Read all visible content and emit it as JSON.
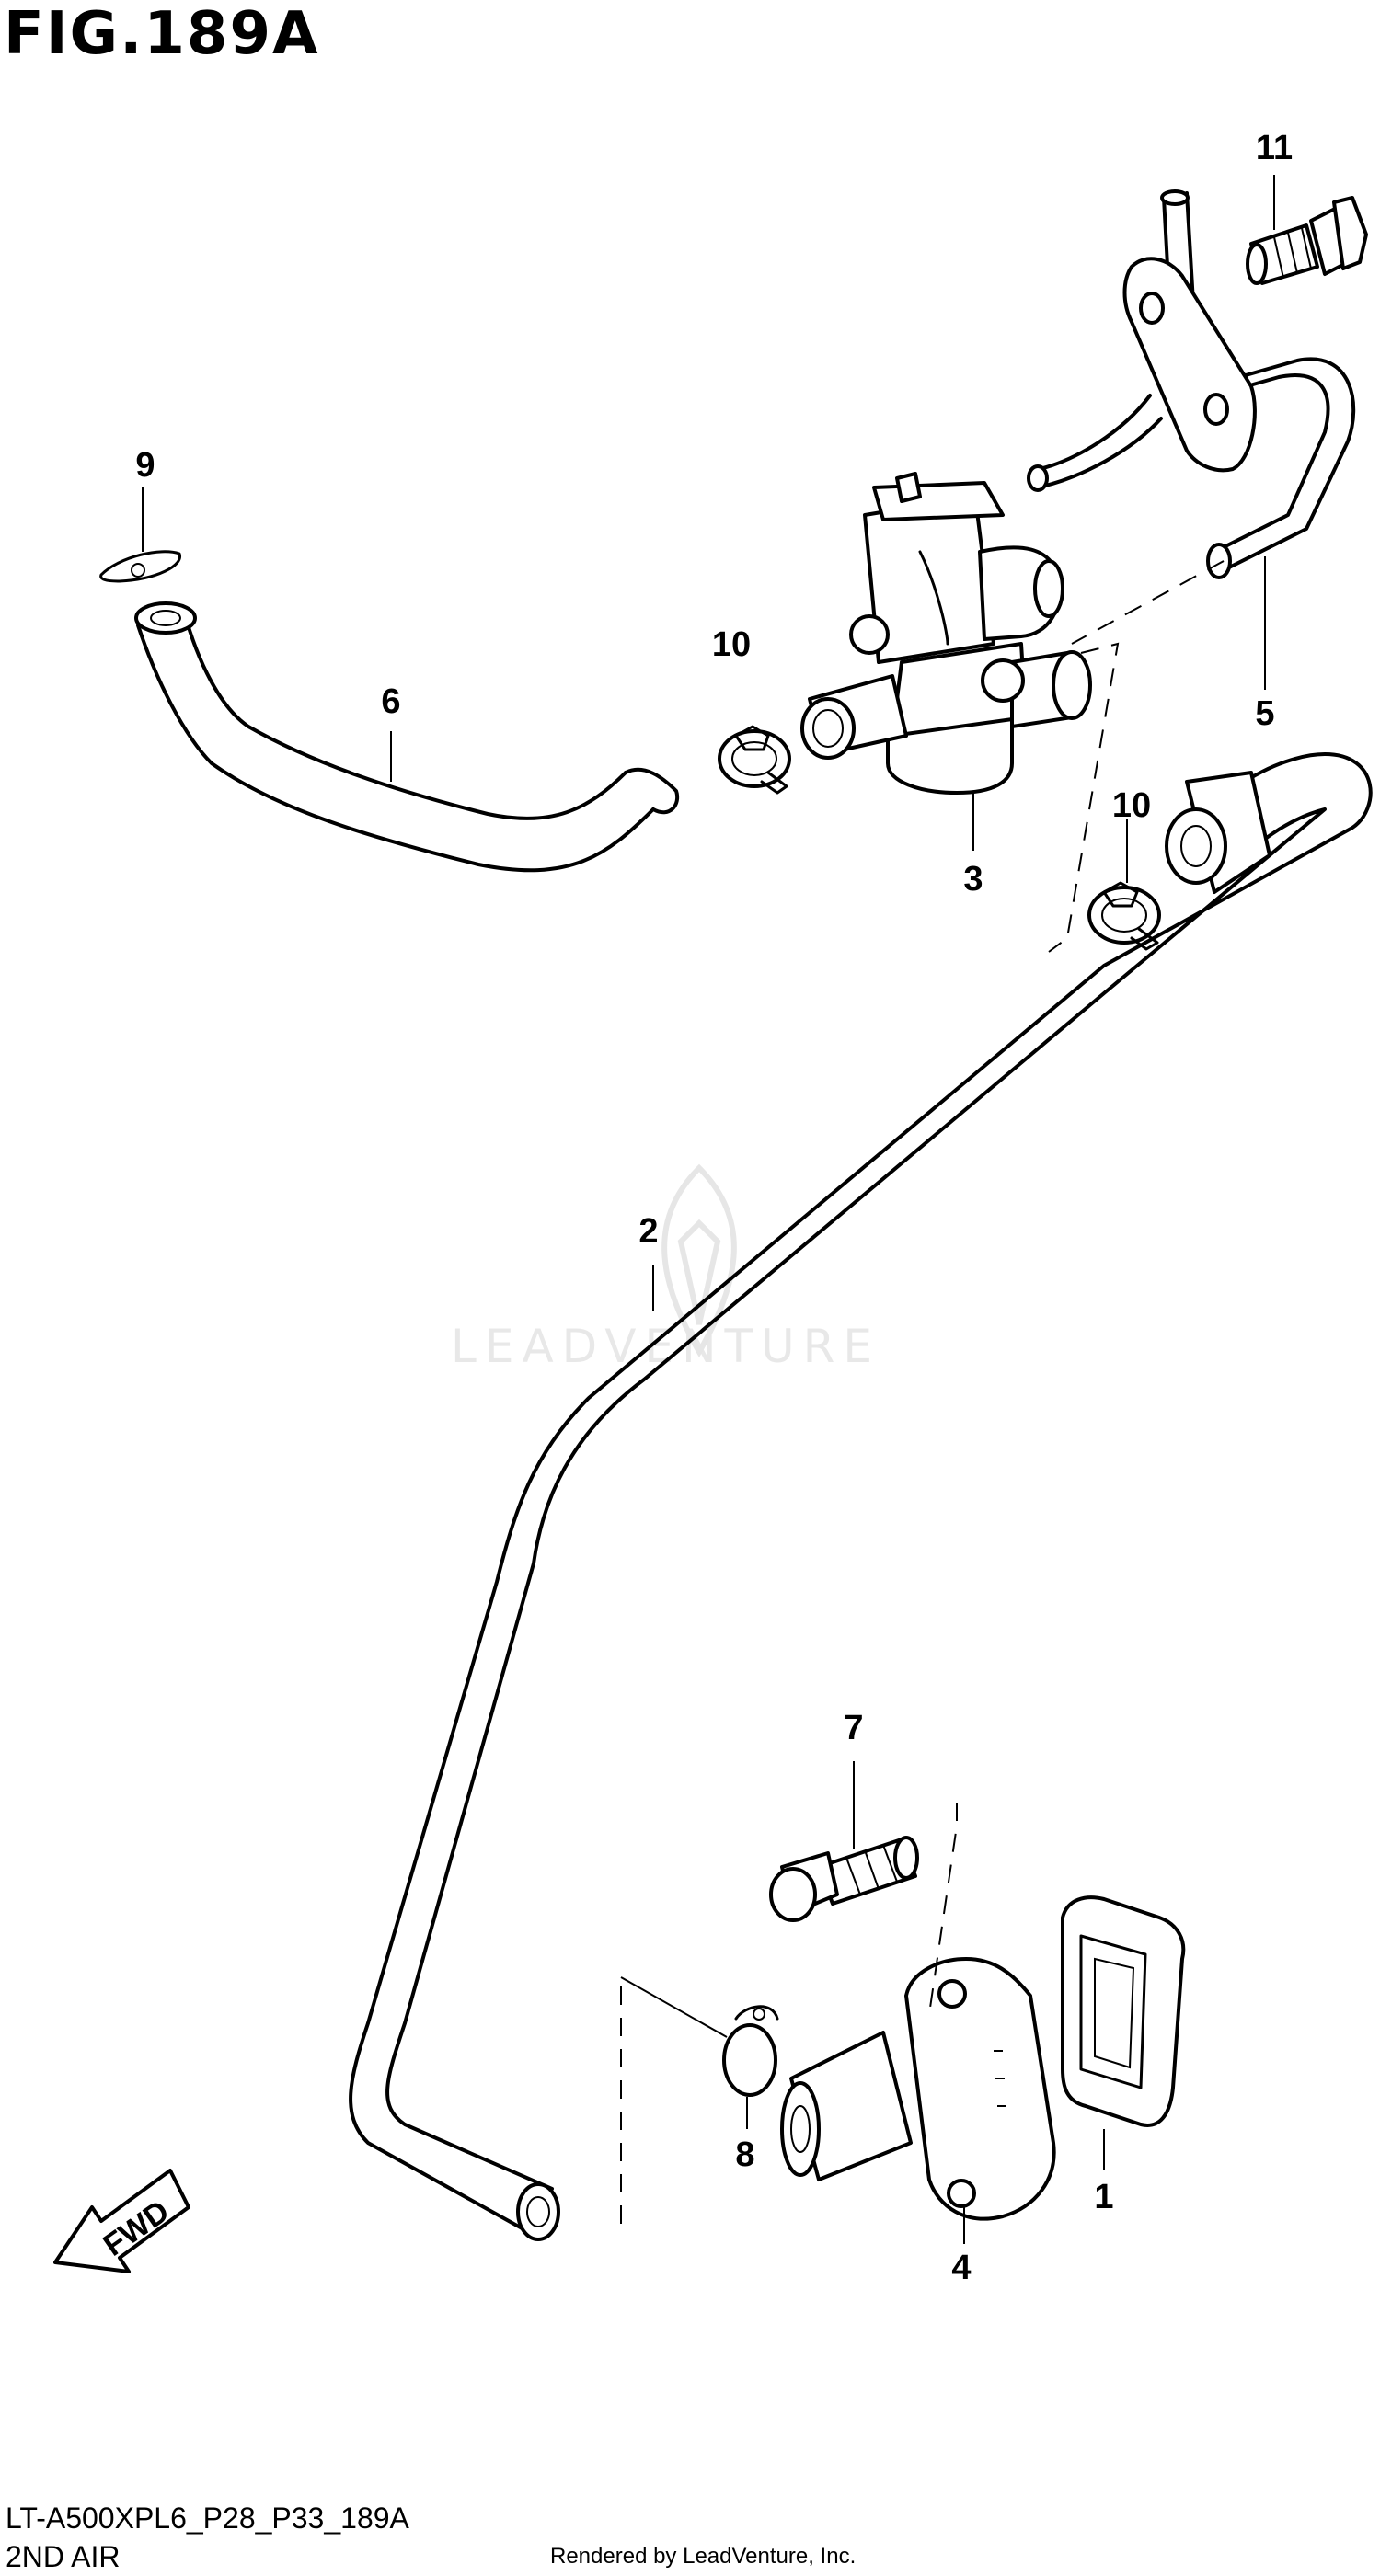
{
  "header": {
    "figure_title": "FIG.189A"
  },
  "watermark": {
    "text": "LEADVENTURE"
  },
  "callouts": {
    "c1": "1",
    "c2": "2",
    "c3": "3",
    "c4": "4",
    "c5": "5",
    "c6": "6",
    "c7": "7",
    "c8": "8",
    "c9": "9",
    "c10a": "10",
    "c10b": "10",
    "c11": "11"
  },
  "fwd": {
    "label": "FWD"
  },
  "footer": {
    "diagram_code": "LT-A500XPL6_P28_P33_189A",
    "section_title": "2ND AIR",
    "credit": "Rendered by LeadVenture, Inc."
  }
}
